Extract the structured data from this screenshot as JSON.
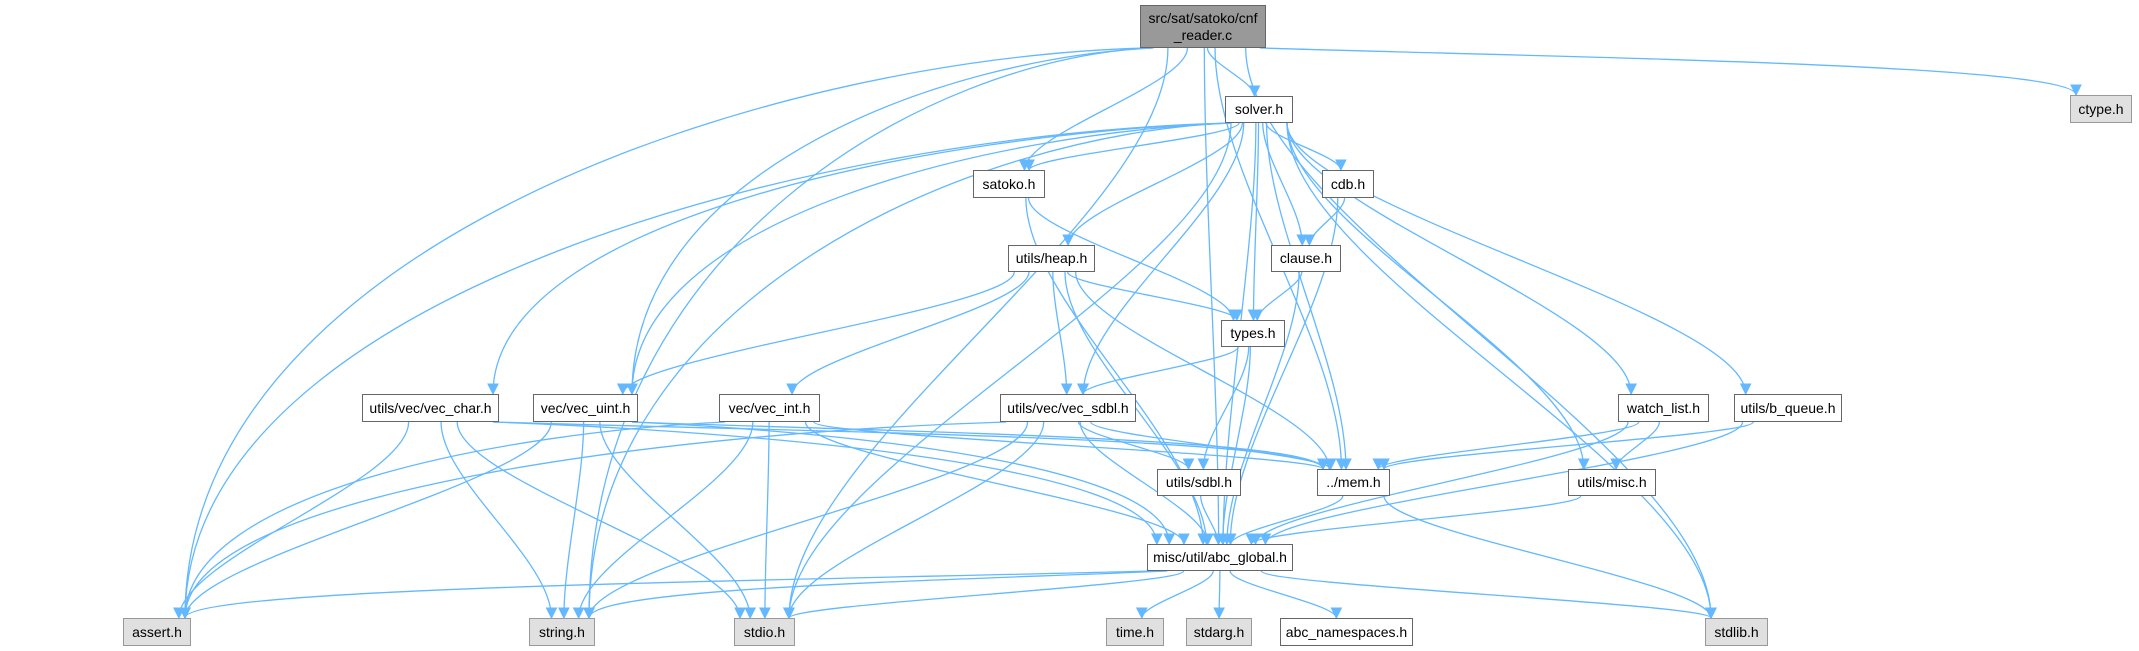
{
  "graph": {
    "title": "src/sat/satoko/cnf_reader.c",
    "edge_color": "#63b8ff",
    "nodes": [
      {
        "id": "cnf",
        "label": "src/sat/satoko/cnf\n_reader.c",
        "kind": "main"
      },
      {
        "id": "solver",
        "label": "solver.h",
        "kind": "local"
      },
      {
        "id": "ctype",
        "label": "ctype.h",
        "kind": "system"
      },
      {
        "id": "satoko",
        "label": "satoko.h",
        "kind": "local"
      },
      {
        "id": "cdb",
        "label": "cdb.h",
        "kind": "local"
      },
      {
        "id": "heap",
        "label": "utils/heap.h",
        "kind": "local"
      },
      {
        "id": "clause",
        "label": "clause.h",
        "kind": "local"
      },
      {
        "id": "types",
        "label": "types.h",
        "kind": "local"
      },
      {
        "id": "vchar",
        "label": "utils/vec/vec_char.h",
        "kind": "local"
      },
      {
        "id": "vuint",
        "label": "vec/vec_uint.h",
        "kind": "local"
      },
      {
        "id": "vint",
        "label": "vec/vec_int.h",
        "kind": "local"
      },
      {
        "id": "vsdbl",
        "label": "utils/vec/vec_sdbl.h",
        "kind": "local"
      },
      {
        "id": "watch",
        "label": "watch_list.h",
        "kind": "local"
      },
      {
        "id": "bqueue",
        "label": "utils/b_queue.h",
        "kind": "local"
      },
      {
        "id": "sdbl",
        "label": "utils/sdbl.h",
        "kind": "local"
      },
      {
        "id": "mem",
        "label": "../mem.h",
        "kind": "local"
      },
      {
        "id": "misc",
        "label": "utils/misc.h",
        "kind": "local"
      },
      {
        "id": "abc",
        "label": "misc/util/abc_global.h",
        "kind": "local"
      },
      {
        "id": "assert",
        "label": "assert.h",
        "kind": "system"
      },
      {
        "id": "string",
        "label": "string.h",
        "kind": "system"
      },
      {
        "id": "stdio",
        "label": "stdio.h",
        "kind": "system"
      },
      {
        "id": "time",
        "label": "time.h",
        "kind": "system"
      },
      {
        "id": "stdarg",
        "label": "stdarg.h",
        "kind": "system"
      },
      {
        "id": "ns",
        "label": "abc_namespaces.h",
        "kind": "local"
      },
      {
        "id": "stdlib",
        "label": "stdlib.h",
        "kind": "system"
      }
    ],
    "edges": [
      [
        "cnf",
        "solver"
      ],
      [
        "cnf",
        "satoko"
      ],
      [
        "cnf",
        "mem"
      ],
      [
        "cnf",
        "abc"
      ],
      [
        "cnf",
        "ctype"
      ],
      [
        "cnf",
        "stdlib"
      ],
      [
        "cnf",
        "stdio"
      ],
      [
        "cnf",
        "string"
      ],
      [
        "cnf",
        "assert"
      ],
      [
        "cnf",
        "vuint"
      ],
      [
        "solver",
        "satoko"
      ],
      [
        "solver",
        "cdb"
      ],
      [
        "solver",
        "clause"
      ],
      [
        "solver",
        "types"
      ],
      [
        "solver",
        "heap"
      ],
      [
        "solver",
        "vchar"
      ],
      [
        "solver",
        "vuint"
      ],
      [
        "solver",
        "vsdbl"
      ],
      [
        "solver",
        "mem"
      ],
      [
        "solver",
        "abc"
      ],
      [
        "solver",
        "misc"
      ],
      [
        "solver",
        "watch"
      ],
      [
        "solver",
        "bqueue"
      ],
      [
        "solver",
        "stdlib"
      ],
      [
        "solver",
        "stdio"
      ],
      [
        "solver",
        "string"
      ],
      [
        "solver",
        "assert"
      ],
      [
        "satoko",
        "types"
      ],
      [
        "satoko",
        "abc"
      ],
      [
        "cdb",
        "clause"
      ],
      [
        "cdb",
        "abc"
      ],
      [
        "clause",
        "types"
      ],
      [
        "clause",
        "abc"
      ],
      [
        "heap",
        "types"
      ],
      [
        "heap",
        "vuint"
      ],
      [
        "heap",
        "vint"
      ],
      [
        "heap",
        "vsdbl"
      ],
      [
        "heap",
        "mem"
      ],
      [
        "heap",
        "abc"
      ],
      [
        "types",
        "vsdbl"
      ],
      [
        "types",
        "sdbl"
      ],
      [
        "types",
        "abc"
      ],
      [
        "vchar",
        "assert"
      ],
      [
        "vchar",
        "string"
      ],
      [
        "vchar",
        "stdio"
      ],
      [
        "vchar",
        "abc"
      ],
      [
        "vchar",
        "mem"
      ],
      [
        "vuint",
        "assert"
      ],
      [
        "vuint",
        "string"
      ],
      [
        "vuint",
        "stdio"
      ],
      [
        "vuint",
        "abc"
      ],
      [
        "vuint",
        "mem"
      ],
      [
        "vint",
        "assert"
      ],
      [
        "vint",
        "string"
      ],
      [
        "vint",
        "stdio"
      ],
      [
        "vint",
        "abc"
      ],
      [
        "vint",
        "mem"
      ],
      [
        "vsdbl",
        "assert"
      ],
      [
        "vsdbl",
        "string"
      ],
      [
        "vsdbl",
        "stdio"
      ],
      [
        "vsdbl",
        "abc"
      ],
      [
        "vsdbl",
        "mem"
      ],
      [
        "vsdbl",
        "sdbl"
      ],
      [
        "watch",
        "mem"
      ],
      [
        "watch",
        "misc"
      ],
      [
        "watch",
        "abc"
      ],
      [
        "bqueue",
        "mem"
      ],
      [
        "bqueue",
        "abc"
      ],
      [
        "sdbl",
        "abc"
      ],
      [
        "mem",
        "abc"
      ],
      [
        "mem",
        "stdlib"
      ],
      [
        "misc",
        "abc"
      ],
      [
        "abc",
        "assert"
      ],
      [
        "abc",
        "string"
      ],
      [
        "abc",
        "stdio"
      ],
      [
        "abc",
        "time"
      ],
      [
        "abc",
        "stdarg"
      ],
      [
        "abc",
        "ns"
      ],
      [
        "abc",
        "stdlib"
      ]
    ]
  }
}
